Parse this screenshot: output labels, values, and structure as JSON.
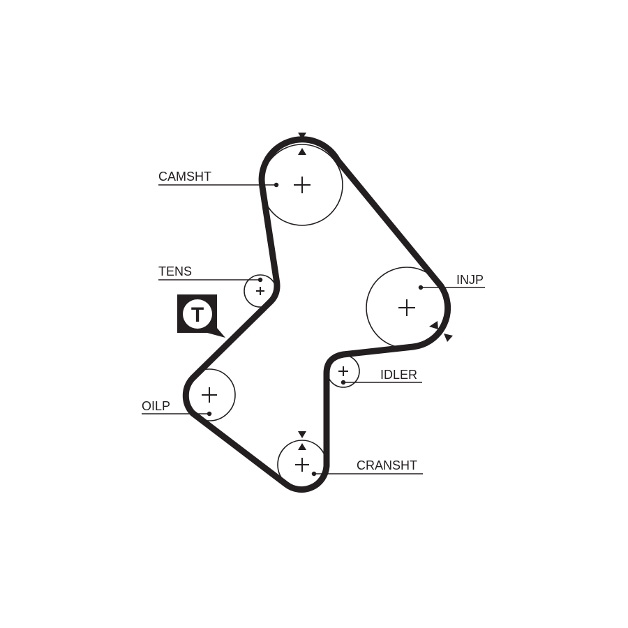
{
  "labels": {
    "camshaft": "CAMSHT",
    "tensioner": "TENS",
    "injection_pump": "INJP",
    "idler": "IDLER",
    "oil_pump": "OILP",
    "crankshaft": "CRANSHT"
  },
  "tensioner_badge": "T",
  "colors": {
    "ink": "#231f20",
    "background": "#ffffff"
  }
}
